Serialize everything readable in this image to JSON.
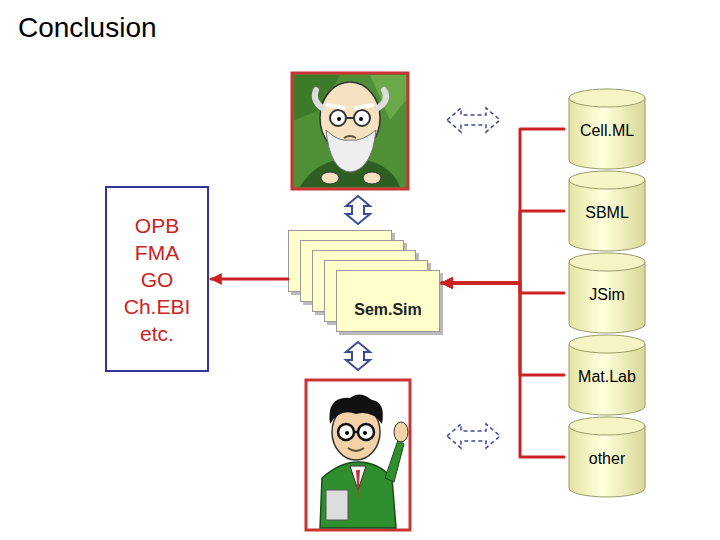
{
  "diagram": {
    "title": "Conclusion",
    "nodes": [
      {
        "text": [
          "OPB FMA GO Ch.EBI etc."
        ]
      },
      {
        "text": [
          "Sem.Sim"
        ]
      },
      {
        "text": [
          "Cell.ML"
        ]
      },
      {
        "text": [
          "SBML"
        ]
      },
      {
        "text": [
          "JSim"
        ]
      },
      {
        "text": [
          "Mat.Lab"
        ]
      },
      {
        "text": [
          "other"
        ]
      }
    ],
    "edges": [
      {
        "from": 1,
        "to": 0,
        "arrow": "to"
      },
      {
        "from": 2,
        "to": 1,
        "arrow": "to"
      },
      {
        "from": 3,
        "to": 1,
        "arrow": "to"
      },
      {
        "from": 4,
        "to": 1,
        "arrow": "to"
      },
      {
        "from": 5,
        "to": 1,
        "arrow": "to"
      },
      {
        "from": 6,
        "to": 1,
        "arrow": "to"
      }
    ]
  }
}
